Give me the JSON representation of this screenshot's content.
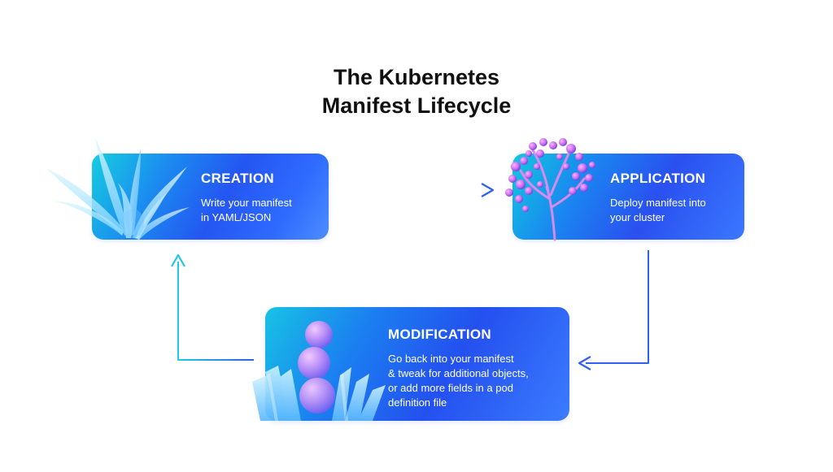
{
  "title": {
    "line1": "The Kubernetes",
    "line2": "Manifest Lifecycle"
  },
  "stages": {
    "creation": {
      "heading": "CREATION",
      "line1": "Write your manifest",
      "line2": "in YAML/JSON"
    },
    "application": {
      "heading": "APPLICATION",
      "line1": "Deploy manifest into",
      "line2": "your cluster"
    },
    "modification": {
      "heading": "MODIFICATION",
      "line1": "Go back into your manifest",
      "line2": "& tweak for additional objects,",
      "line3": "or add more fields in a pod",
      "line4": "definition file"
    }
  },
  "colors": {
    "card_start": "#16cde0",
    "card_mid": "#2456f2",
    "card_end": "#4d8dff",
    "arrow": "#2f5ff0",
    "arrow_light": "#1ec8e6",
    "title": "#111111"
  },
  "icons": {
    "creation": "leafy-plant-icon",
    "application": "berry-branch-icon",
    "modification": "crystal-spheres-icon"
  }
}
